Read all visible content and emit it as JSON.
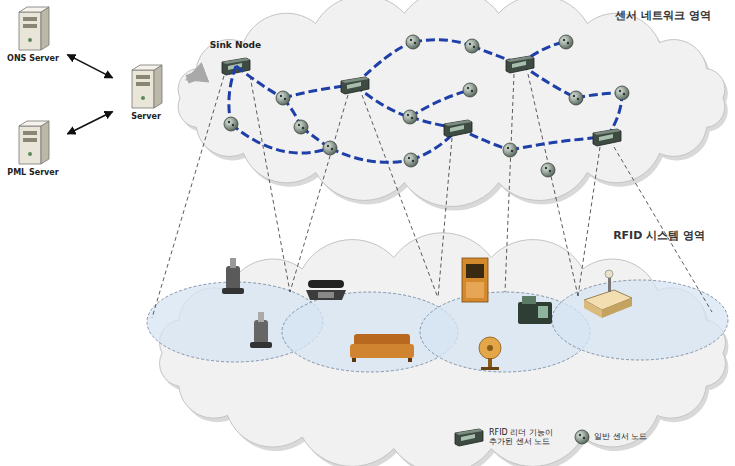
{
  "diagram": {
    "nodes": [
      {
        "text": [
          "ONS Server"
        ]
      },
      {
        "text": [
          "PML Server"
        ]
      },
      {
        "text": [
          "Server"
        ]
      },
      {
        "text": [
          "센서 네트워크 영역"
        ]
      },
      {
        "text": [
          "Sink Node"
        ],
        "in": 3
      },
      {
        "text": [
          "RFID 시스템 영역"
        ]
      }
    ],
    "edges": [
      {
        "from": 0,
        "to": 2,
        "arrow": "both"
      },
      {
        "from": 1,
        "to": 2,
        "arrow": "both"
      },
      {
        "from": 4,
        "to": 2,
        "arrow": "to"
      }
    ],
    "legend": [
      {
        "text": "RFID 리더 기능이 추가된 센서 노드"
      },
      {
        "text": "일반 센서 노드"
      }
    ]
  }
}
